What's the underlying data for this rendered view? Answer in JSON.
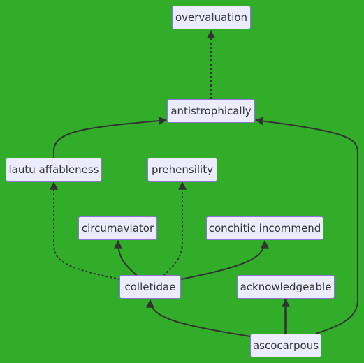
{
  "nodes": {
    "overvaluation": "overvaluation",
    "antistrophically": "antistrophically",
    "lautu_affableness": "lautu affableness",
    "prehensility": "prehensility",
    "circumaviator": "circumaviator",
    "conchitic_incommend": "conchitic incommend",
    "colletidae": "colletidae",
    "acknowledgeable": "acknowledgeable",
    "ascocarpous": "ascocarpous"
  },
  "edges": [
    {
      "from": "antistrophically",
      "to": "overvaluation",
      "style": "dotted"
    },
    {
      "from": "lautu affableness",
      "to": "antistrophically",
      "style": "solid"
    },
    {
      "from": "ascocarpous",
      "to": "antistrophically",
      "style": "solid"
    },
    {
      "from": "colletidae",
      "to": "lautu affableness",
      "style": "dotted"
    },
    {
      "from": "colletidae",
      "to": "prehensility",
      "style": "dotted"
    },
    {
      "from": "colletidae",
      "to": "circumaviator",
      "style": "solid"
    },
    {
      "from": "colletidae",
      "to": "conchitic incommend",
      "style": "solid"
    },
    {
      "from": "ascocarpous",
      "to": "colletidae",
      "style": "solid"
    },
    {
      "from": "ascocarpous",
      "to": "acknowledgeable",
      "style": "thick"
    }
  ]
}
